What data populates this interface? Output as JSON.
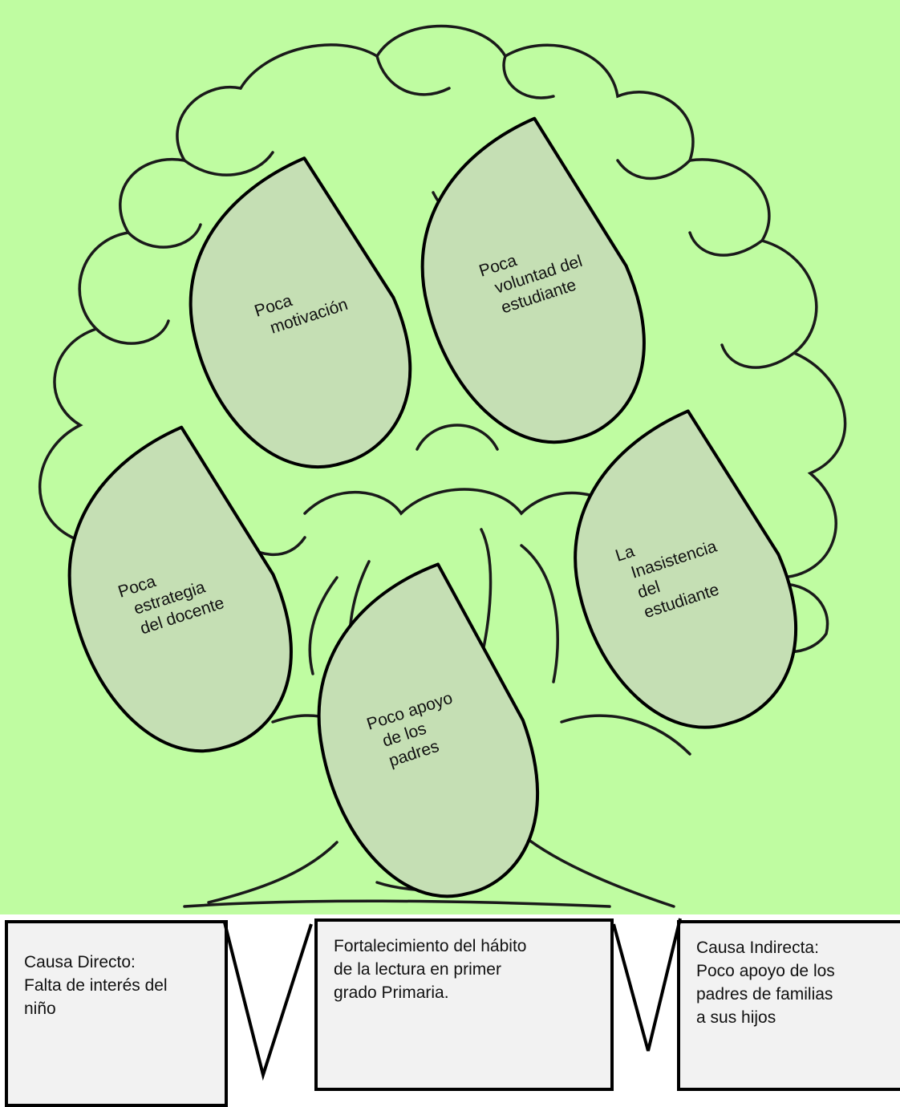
{
  "colors": {
    "background": "#bffca1",
    "leaf_fill": "#c5dfb4",
    "outline": "#000000",
    "tree_line": "#1a1a1a",
    "box_fill": "#f2f2f2"
  },
  "leaves": [
    {
      "id": "poca-motivacion",
      "lines": [
        "Poca",
        "motivación"
      ]
    },
    {
      "id": "poca-voluntad",
      "lines": [
        "Poca",
        "voluntad del",
        "estudiante"
      ]
    },
    {
      "id": "poca-estrategia",
      "lines": [
        "Poca",
        "estrategia",
        "del docente"
      ]
    },
    {
      "id": "poco-apoyo",
      "lines": [
        "Poco apoyo",
        "de los",
        "padres"
      ]
    },
    {
      "id": "inasistencia",
      "lines": [
        "La",
        "Inasistencia",
        "del",
        "estudiante"
      ]
    }
  ],
  "boxes": {
    "left": "Causa Directo:\nFalta de interés del\nniño",
    "center": "Fortalecimiento del hábito\nde la lectura en primer\ngrado Primaria.",
    "right": "Causa Indirecta:\nPoco apoyo de los\npadres de familias\na sus hijos"
  }
}
